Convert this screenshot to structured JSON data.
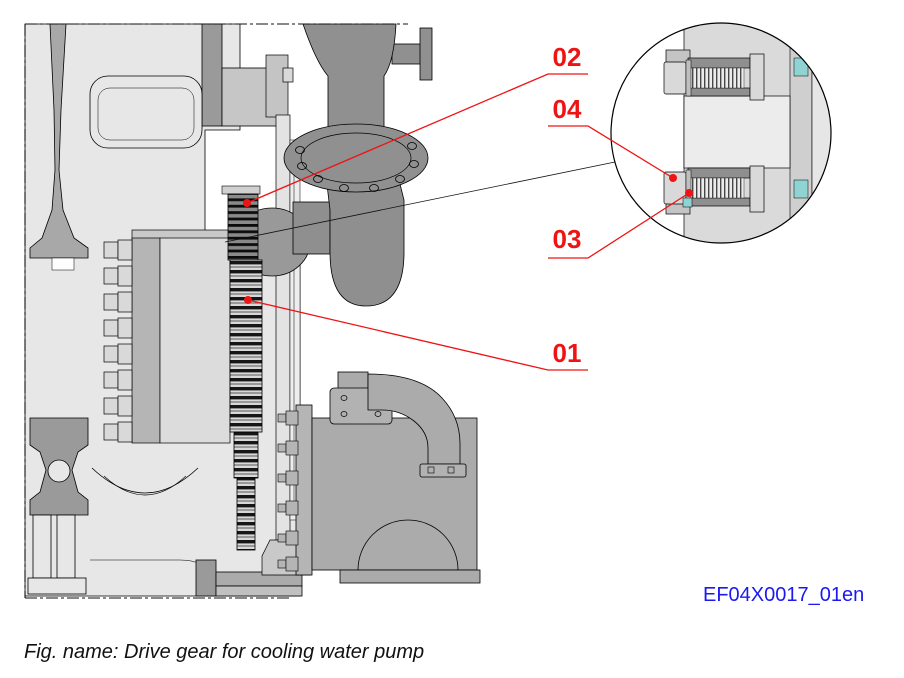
{
  "figure": {
    "caption": "Fig. name: Drive gear for cooling water pump",
    "drawing_id": "EF04X0017_01en",
    "callouts": [
      {
        "label": "02"
      },
      {
        "label": "04"
      },
      {
        "label": "03"
      },
      {
        "label": "01"
      }
    ],
    "colors": {
      "callout_red": "#ee1414",
      "drawing_id_blue": "#1a1af0",
      "caption_color": "#111111",
      "teal_accent": "#8fd3d3"
    }
  }
}
